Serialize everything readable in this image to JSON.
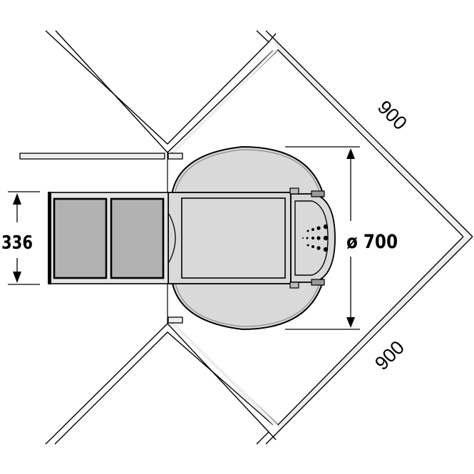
{
  "diagram": {
    "type": "corner-cabinet-plan-view",
    "dimensions": {
      "cabinet_side_top": "900",
      "cabinet_side_bottom": "900",
      "turntable_diameter": "ø 700",
      "drawer_width": "336"
    },
    "colors": {
      "outline": "#000000",
      "panel_fill": "#eeeeee",
      "turntable_fill": "#d9d9d9",
      "bin_fill": "#b2b2b2",
      "background": "#ffffff"
    },
    "components": [
      {
        "name": "turntable",
        "label": "rotating base ø700"
      },
      {
        "name": "pull-out-frame",
        "label": "drawer frame with two bins"
      },
      {
        "name": "bin-left",
        "label": "waste bin 1"
      },
      {
        "name": "bin-right",
        "label": "waste bin 2"
      },
      {
        "name": "center-bin",
        "label": "center container"
      },
      {
        "name": "handle",
        "label": "front handle with perforation"
      }
    ]
  }
}
